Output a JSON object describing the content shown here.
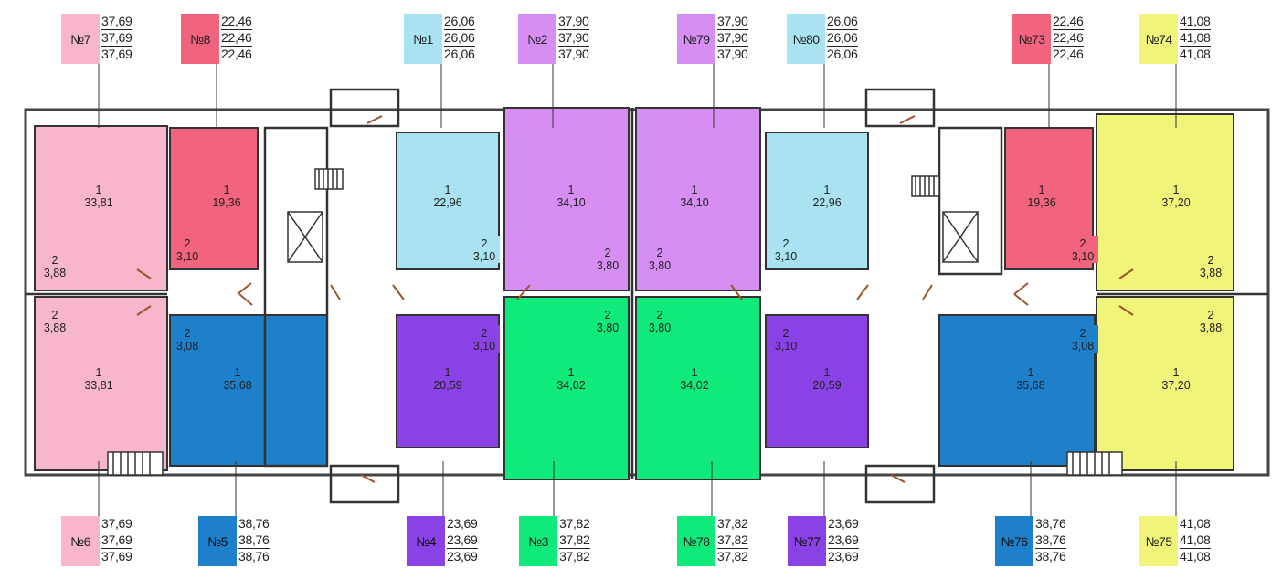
{
  "colors": {
    "pink": "#f7b6cc",
    "red": "#f2637e",
    "light_blue": "#a9e2f0",
    "lilac": "#d78ef3",
    "yellow": "#f0f57a",
    "blue": "#1e7fcb",
    "violet": "#8a42e6",
    "green": "#0fea7a"
  },
  "apartments": [
    {
      "id": "apt-7",
      "label": "№7",
      "color": "pink",
      "values": [
        "37,69",
        "37,69",
        "37,69"
      ],
      "rooms": [
        {
          "no": "1",
          "area": "33,81"
        },
        {
          "no": "2",
          "area": "3,88"
        }
      ]
    },
    {
      "id": "apt-8",
      "label": "№8",
      "color": "red",
      "values": [
        "22,46",
        "22,46",
        "22,46"
      ],
      "rooms": [
        {
          "no": "1",
          "area": "19,36"
        },
        {
          "no": "2",
          "area": "3,10"
        }
      ]
    },
    {
      "id": "apt-1",
      "label": "№1",
      "color": "light_blue",
      "values": [
        "26,06",
        "26,06",
        "26,06"
      ],
      "rooms": [
        {
          "no": "1",
          "area": "22,96"
        },
        {
          "no": "2",
          "area": "3,10"
        }
      ]
    },
    {
      "id": "apt-2",
      "label": "№2",
      "color": "lilac",
      "values": [
        "37,90",
        "37,90",
        "37,90"
      ],
      "rooms": [
        {
          "no": "1",
          "area": "34,10"
        },
        {
          "no": "2",
          "area": "3,80"
        }
      ]
    },
    {
      "id": "apt-79",
      "label": "№79",
      "color": "lilac",
      "values": [
        "37,90",
        "37,90",
        "37,90"
      ],
      "rooms": [
        {
          "no": "1",
          "area": "34,10"
        },
        {
          "no": "2",
          "area": "3,80"
        }
      ]
    },
    {
      "id": "apt-80",
      "label": "№80",
      "color": "light_blue",
      "values": [
        "26,06",
        "26,06",
        "26,06"
      ],
      "rooms": [
        {
          "no": "1",
          "area": "22,96"
        },
        {
          "no": "2",
          "area": "3,10"
        }
      ]
    },
    {
      "id": "apt-73",
      "label": "№73",
      "color": "red",
      "values": [
        "22,46",
        "22,46",
        "22,46"
      ],
      "rooms": [
        {
          "no": "1",
          "area": "19,36"
        },
        {
          "no": "2",
          "area": "3,10"
        }
      ]
    },
    {
      "id": "apt-74",
      "label": "№74",
      "color": "yellow",
      "values": [
        "41,08",
        "41,08",
        "41,08"
      ],
      "rooms": [
        {
          "no": "1",
          "area": "37,20"
        },
        {
          "no": "2",
          "area": "3,88"
        }
      ]
    },
    {
      "id": "apt-6",
      "label": "№6",
      "color": "pink",
      "values": [
        "37,69",
        "37,69",
        "37,69"
      ],
      "rooms": [
        {
          "no": "1",
          "area": "33,81"
        },
        {
          "no": "2",
          "area": "3,88"
        }
      ]
    },
    {
      "id": "apt-5",
      "label": "№5",
      "color": "blue",
      "values": [
        "38,76",
        "38,76",
        "38,76"
      ],
      "rooms": [
        {
          "no": "1",
          "area": "35,68"
        },
        {
          "no": "2",
          "area": "3,08"
        }
      ]
    },
    {
      "id": "apt-4",
      "label": "№4",
      "color": "violet",
      "values": [
        "23,69",
        "23,69",
        "23,69"
      ],
      "rooms": [
        {
          "no": "1",
          "area": "20,59"
        },
        {
          "no": "2",
          "area": "3,10"
        }
      ]
    },
    {
      "id": "apt-3",
      "label": "№3",
      "color": "green",
      "values": [
        "37,82",
        "37,82",
        "37,82"
      ],
      "rooms": [
        {
          "no": "1",
          "area": "34,02"
        },
        {
          "no": "2",
          "area": "3,80"
        }
      ]
    },
    {
      "id": "apt-78",
      "label": "№78",
      "color": "green",
      "values": [
        "37,82",
        "37,82",
        "37,82"
      ],
      "rooms": [
        {
          "no": "1",
          "area": "34,02"
        },
        {
          "no": "2",
          "area": "3,80"
        }
      ]
    },
    {
      "id": "apt-77",
      "label": "№77",
      "color": "violet",
      "values": [
        "23,69",
        "23,69",
        "23,69"
      ],
      "rooms": [
        {
          "no": "1",
          "area": "20,59"
        },
        {
          "no": "2",
          "area": "3,10"
        }
      ]
    },
    {
      "id": "apt-76",
      "label": "№76",
      "color": "blue",
      "values": [
        "38,76",
        "38,76",
        "38,76"
      ],
      "rooms": [
        {
          "no": "1",
          "area": "35,68"
        },
        {
          "no": "2",
          "area": "3,08"
        }
      ]
    },
    {
      "id": "apt-75",
      "label": "№75",
      "color": "yellow",
      "values": [
        "41,08",
        "41,08",
        "41,08"
      ],
      "rooms": [
        {
          "no": "1",
          "area": "37,20"
        },
        {
          "no": "2",
          "area": "3,88"
        }
      ]
    }
  ]
}
